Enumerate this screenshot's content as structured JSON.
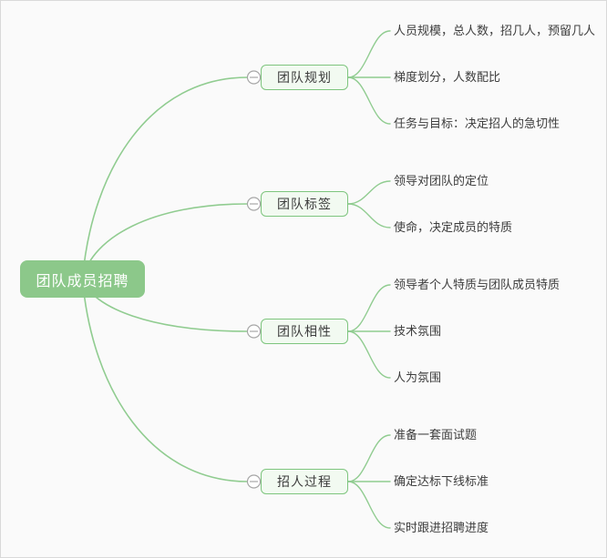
{
  "canvas": {
    "background": "#fafafa",
    "border_color": "#d9d9d9"
  },
  "colors": {
    "root_fill": "#8cc88a",
    "root_text": "#ffffff",
    "branch_fill": "#f2faf1",
    "branch_border": "#7ec57e",
    "branch_text": "#3d3d3d",
    "leaf_text": "#3d3d3d",
    "connector": "#90cc90",
    "collapse_icon_stroke": "#a6a6a6",
    "collapse_icon_fill": "#ffffff"
  },
  "mindmap": {
    "root": {
      "label": "团队成员招聘"
    },
    "branches": [
      {
        "label": "团队规划",
        "collapse_icon": "minus-circle",
        "children": [
          "人员规模，总人数，招几人，预留几人",
          "梯度划分，人数配比",
          "任务与目标：决定招人的急切性"
        ]
      },
      {
        "label": "团队标签",
        "collapse_icon": "minus-circle",
        "children": [
          "领导对团队的定位",
          "使命，决定成员的特质"
        ]
      },
      {
        "label": "团队相性",
        "collapse_icon": "minus-circle",
        "children": [
          "领导者个人特质与团队成员特质",
          "技术氛围",
          "人为氛围"
        ]
      },
      {
        "label": "招人过程",
        "collapse_icon": "minus-circle",
        "children": [
          "准备一套面试题",
          "确定达标下线标准",
          "实时跟进招聘进度"
        ]
      }
    ]
  }
}
